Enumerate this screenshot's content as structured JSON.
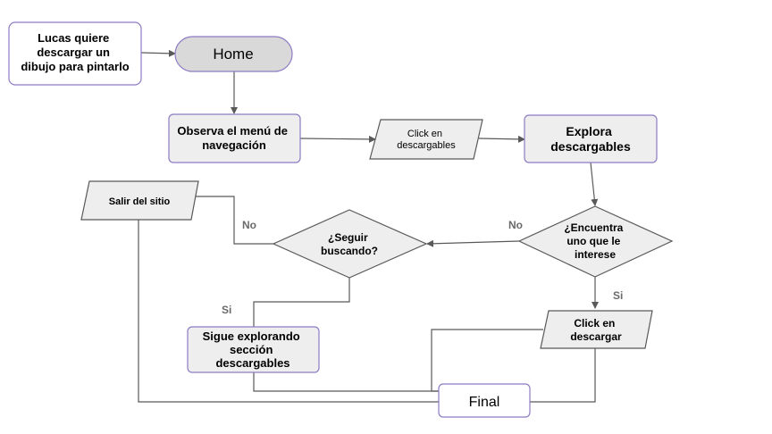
{
  "nodes": {
    "start": {
      "lines": [
        "Lucas quiere",
        "descargar un",
        "dibujo para pintarlo"
      ]
    },
    "home": {
      "lines": [
        "Home"
      ]
    },
    "observe": {
      "lines": [
        "Observa el menú de",
        "navegación"
      ]
    },
    "click_descargables": {
      "lines": [
        "Click en",
        "descargables"
      ]
    },
    "explora": {
      "lines": [
        "Explora",
        "descargables"
      ]
    },
    "encuentra": {
      "lines": [
        "¿Encuentra",
        "uno que le",
        "interese"
      ]
    },
    "seguir": {
      "lines": [
        "¿Seguir",
        "buscando?"
      ]
    },
    "salir": {
      "lines": [
        "Salir del sitio"
      ]
    },
    "click_descargar": {
      "lines": [
        "Click en",
        "descargar"
      ]
    },
    "sigue": {
      "lines": [
        "Sigue explorando",
        "sección",
        "descargables"
      ]
    },
    "final": {
      "lines": [
        "Final"
      ]
    }
  },
  "edge_labels": {
    "encuentra_no": "No",
    "encuentra_si": "Si",
    "seguir_no": "No",
    "seguir_si": "Si"
  },
  "colors": {
    "node_fill": "#eeeeee",
    "node_stroke": "#8e7cc3",
    "home_fill": "#d9d9d9",
    "edge": "#595959",
    "label": "#6a6a6a"
  }
}
